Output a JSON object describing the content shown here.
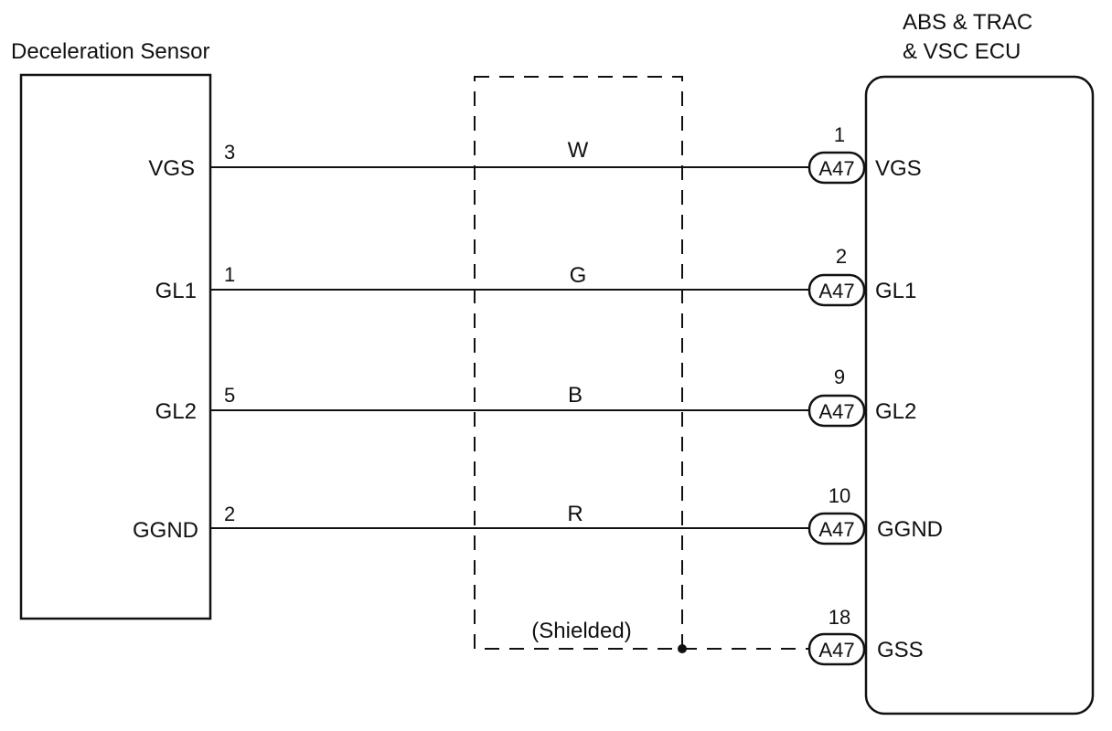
{
  "sensor": {
    "title": "Deceleration Sensor",
    "terminals": [
      "VGS",
      "GL1",
      "GL2",
      "GGND"
    ],
    "pins": [
      "3",
      "1",
      "5",
      "2"
    ]
  },
  "ecu": {
    "title_line1": "ABS & TRAC",
    "title_line2": "& VSC ECU",
    "terminals": [
      "VGS",
      "GL1",
      "GL2",
      "GGND",
      "GSS"
    ],
    "pins": [
      "1",
      "2",
      "9",
      "10",
      "18"
    ],
    "connector": "A47"
  },
  "wires": {
    "colors": [
      "W",
      "G",
      "B",
      "R"
    ]
  },
  "shield": {
    "label": "(Shielded)"
  }
}
